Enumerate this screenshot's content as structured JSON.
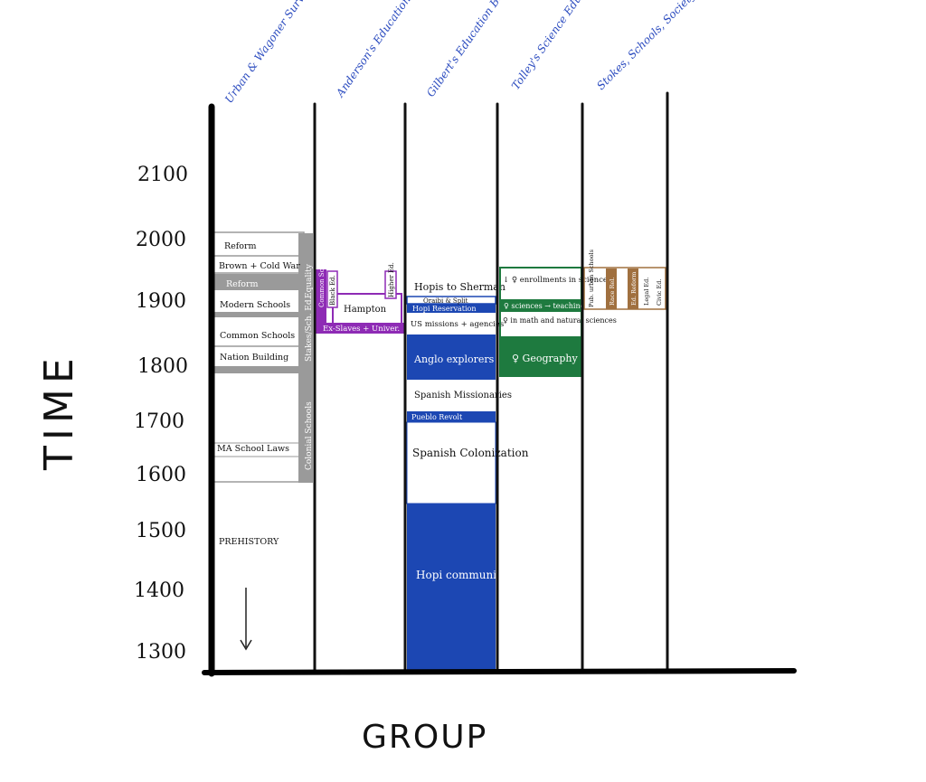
{
  "axis": {
    "y_title": "TIME",
    "x_title": "GROUP",
    "y_ticks": [
      "2100",
      "2000",
      "1900",
      "1800",
      "1700",
      "1600",
      "1500",
      "1400",
      "1300"
    ]
  },
  "columns": [
    {
      "header": "Urban & Wagoner Survey"
    },
    {
      "header": "Anderson's Education of Blacks in the South"
    },
    {
      "header": "Gilbert's Education Beyond the Mesas"
    },
    {
      "header": "Tolley's Science Education of Girls"
    },
    {
      "header": "Stokes, Schools, Society and State"
    }
  ],
  "colors": {
    "gray": "#9a9a9a",
    "purple": "#8e2bb5",
    "blue": "#1c47b3",
    "green": "#1e7a3f",
    "brown": "#a0703f",
    "header_ink": "#2b4bbf"
  },
  "boxes": {
    "c1_reform_top": "Reform",
    "c1_brown": "Brown + Cold War",
    "c1_reform": "Reform",
    "c1_modern": "Modern Schools",
    "c1_common": "Common Schools",
    "c1_nation": "Nation Building",
    "c1_ma": "MA School Laws",
    "c1_prehistory": "PREHISTORY",
    "c1_vert_equality": "Equality",
    "c1_vert_stakes": "Stakes/Sch. Ed.",
    "c1_vert_colonial": "Colonial Schools",
    "c2_hampton": "Hampton",
    "c2_exslaves": "Ex-Slaves + Univer.",
    "c2_vert_a": "Common Sc.",
    "c2_vert_b": "Black Ed.",
    "c2_vert_c": "Higher Ed.",
    "c3_hopis_sherman": "Hopis to Sherman",
    "c3_oraibi": "Oraibi & Split",
    "c3_reservation": "Hopi Reservation",
    "c3_missions": "US missions + agencies",
    "c3_anglo": "Anglo explorers",
    "c3_spanish_missions": "Spanish Missionaries",
    "c3_pueblo": "Pueblo Revolt",
    "c3_spanish_col": "Spanish Colonization",
    "c3_hopi_learning": "Hopi community learning",
    "c4_enrollments": "↓ ♀ enrollments in sciences",
    "c4_teaching": "♀ sciences → teaching",
    "c4_math": "♀ in math and natural sciences",
    "c4_geography": "♀ Geography",
    "c5_a": "Pub. urban Schools",
    "c5_b": "Race Rel.",
    "c5_c": "Ed. Reform",
    "c5_d": "Legal Ed.",
    "c5_e": "Civic Ed."
  },
  "prehistory_arrow": "↓"
}
